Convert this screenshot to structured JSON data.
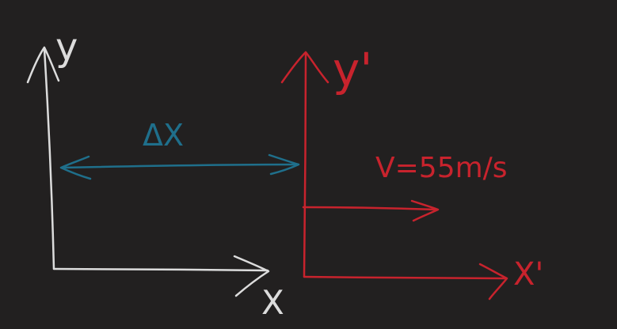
{
  "colors": {
    "background": "#222020",
    "frame_s": "#dcdcdc",
    "frame_s_prime": "#c8232d",
    "displacement": "#1f6f8b"
  },
  "frame_s": {
    "y_label": "y",
    "x_label": "X"
  },
  "frame_s_prime": {
    "y_label": "y'",
    "x_label": "X'",
    "velocity_label": "V=55m/s"
  },
  "displacement_label": "ΔX"
}
